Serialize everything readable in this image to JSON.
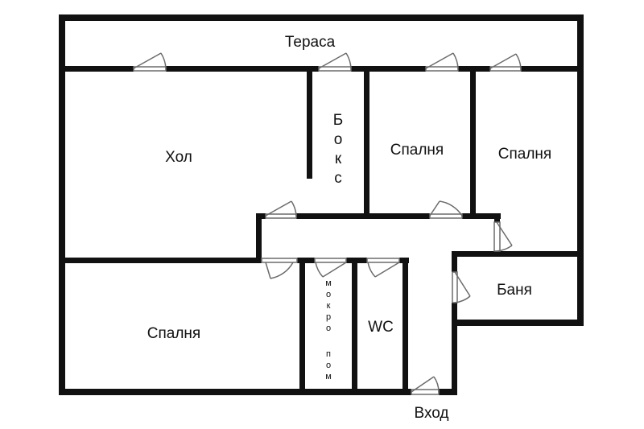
{
  "rooms": {
    "terrace": "Тераса",
    "hall": "Хол",
    "box": "Бокс",
    "bedroom_center": "Спалня",
    "bedroom_right": "Спалня",
    "bedroom_bottom": "Спалня",
    "bathroom": "Баня",
    "wet_room_line1": "мокро",
    "wet_room_line2": "пом",
    "wc": "WC",
    "entrance": "Вход"
  },
  "colors": {
    "wall": "#111111",
    "door": "#6b6b6b"
  }
}
